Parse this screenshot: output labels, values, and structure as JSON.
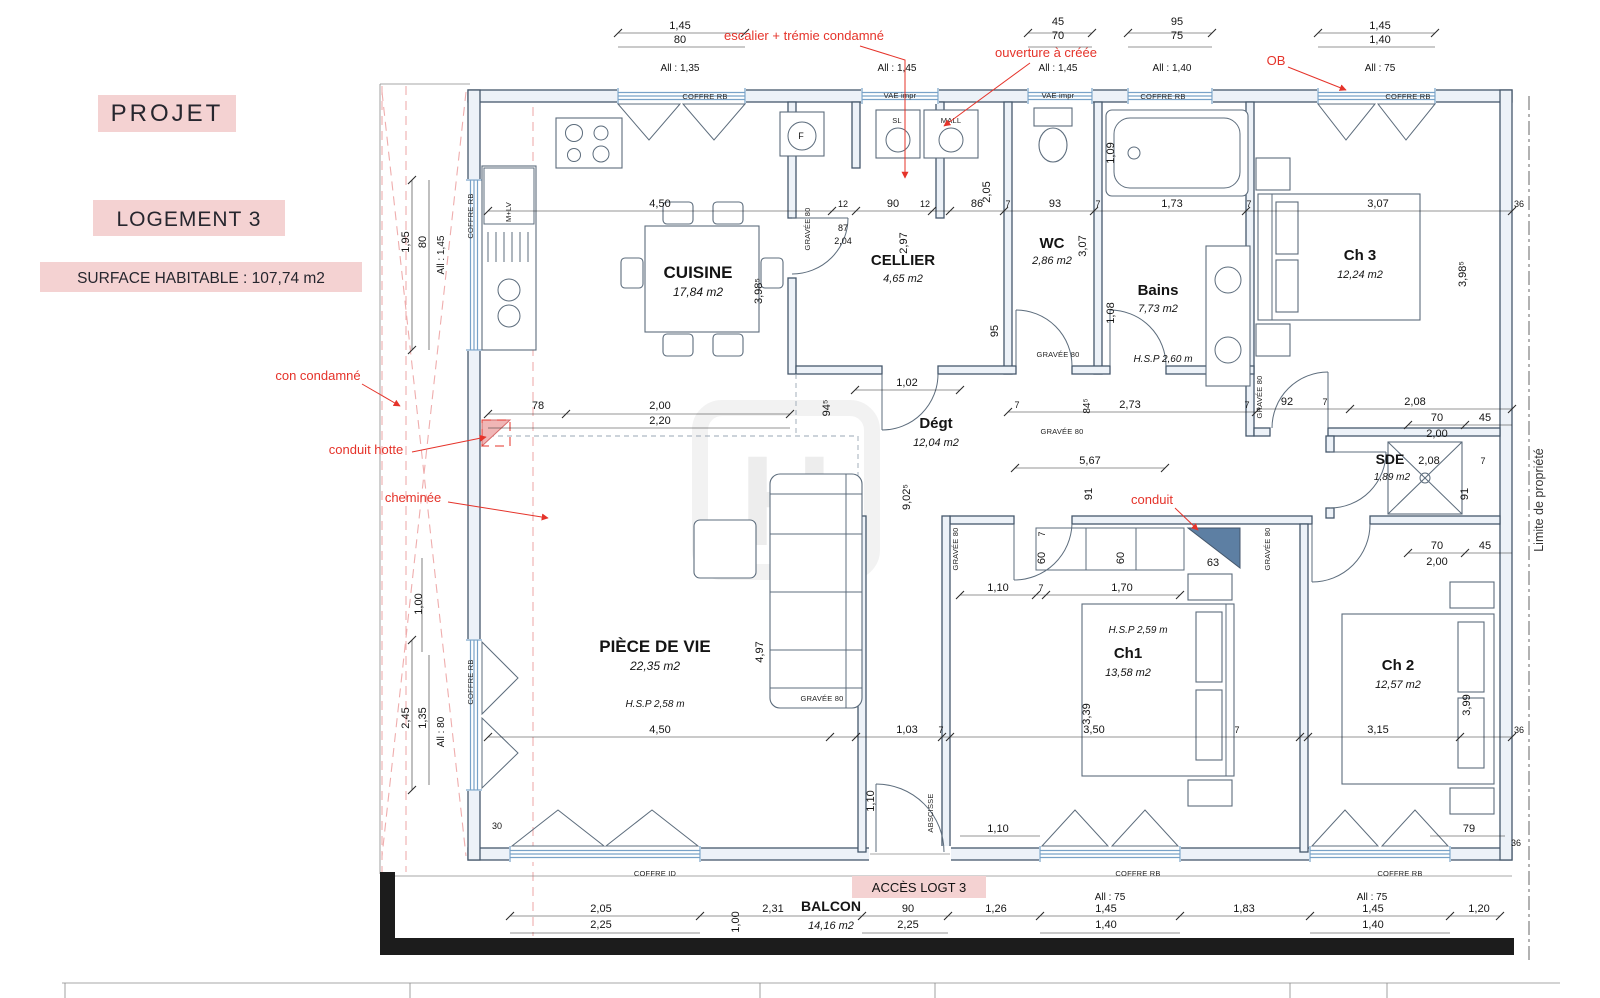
{
  "title_block": {
    "projet": "PROJET",
    "logement": "LOGEMENT 3",
    "surface": "SURFACE HABITABLE : 107,74 m2"
  },
  "red_notes": {
    "escalier": "escalier + trémie condamné",
    "ouverture": "ouverture à créée",
    "ob": "OB",
    "con_condamne": "con condamné",
    "conduit_hotte": "conduit hotte",
    "cheminee": "cheminée",
    "conduit": "conduit"
  },
  "rooms": {
    "cuisine": {
      "name": "CUISINE",
      "area": "17,84 m2"
    },
    "cellier": {
      "name": "CELLIER",
      "area": "4,65 m2"
    },
    "wc": {
      "name": "WC",
      "area": "2,86 m2"
    },
    "bains": {
      "name": "Bains",
      "area": "7,73 m2",
      "hsp": "H.S.P 2,60 m"
    },
    "ch3": {
      "name": "Ch 3",
      "area": "12,24 m2"
    },
    "degt": {
      "name": "Dégt",
      "area": "12,04 m2"
    },
    "sde": {
      "name": "SDE",
      "area": "1,89 m2"
    },
    "piece_de_vie": {
      "name": "PIÈCE DE VIE",
      "area": "22,35 m2",
      "hsp": "H.S.P 2,58 m"
    },
    "ch1": {
      "name": "Ch1",
      "area": "13,58 m2",
      "hsp": "H.S.P 2,59 m"
    },
    "ch2": {
      "name": "Ch 2",
      "area": "12,57 m2"
    },
    "balcon": {
      "name": "BALCON",
      "area": "14,16 m2"
    }
  },
  "labels": {
    "coffre_rb": "COFFRE RB",
    "coffre_id": "COFFRE ID",
    "vae_impr": "VAE impr",
    "gravee": "GRAVÉE 80",
    "acces": "ACCÈS LOGT 3",
    "limite": "Limite de propriété",
    "abscisse": "ABSCISSE",
    "mlv": "M+LV",
    "f": "F",
    "sl": "SL",
    "mall": "MALL",
    "all_135": "All : 1,35",
    "all_145": "All : 1,45",
    "all_140": "All : 1,40",
    "all_75": "All : 75",
    "all_80": "All : 80"
  },
  "watermark": {
    "letter": "H"
  },
  "dims": {
    "d145": "1,45",
    "d80": "80",
    "d45": "45",
    "d70": "70",
    "d95": "95",
    "d75": "75",
    "d140": "1,40",
    "d450": "4,50",
    "d12": "12",
    "d90": "90",
    "d86": "86",
    "d7": "7",
    "d93": "93",
    "d173": "1,73",
    "d307": "3,07",
    "d36": "36",
    "d205": "2,05",
    "d297": "2,97",
    "d87": "87",
    "d204": "2,04",
    "d109": "1,09",
    "d108": "1,08",
    "d3985": "3,98⁵",
    "d945": "94⁵",
    "d102": "1,02",
    "d78": "78",
    "d200": "2,00",
    "d220": "2,20",
    "d273": "2,73",
    "d845": "84⁵",
    "d92": "92",
    "d208": "2,08",
    "d567": "5,67",
    "d91": "91",
    "d9025": "9,02⁵",
    "d63": "63",
    "d60": "60",
    "d110": "1,10",
    "d170": "1,70",
    "d497": "4,97",
    "d100": "1,00",
    "d195": "1,95",
    "d245": "2,45",
    "d135": "1,35",
    "d30": "30",
    "d339": "3,39",
    "d350": "3,50",
    "d103": "1,03",
    "d315": "3,15",
    "d399": "3,99",
    "d79": "79",
    "d225": "2,25",
    "d231": "2,31",
    "d126": "1,26",
    "d183": "1,83",
    "d120": "1,20"
  }
}
